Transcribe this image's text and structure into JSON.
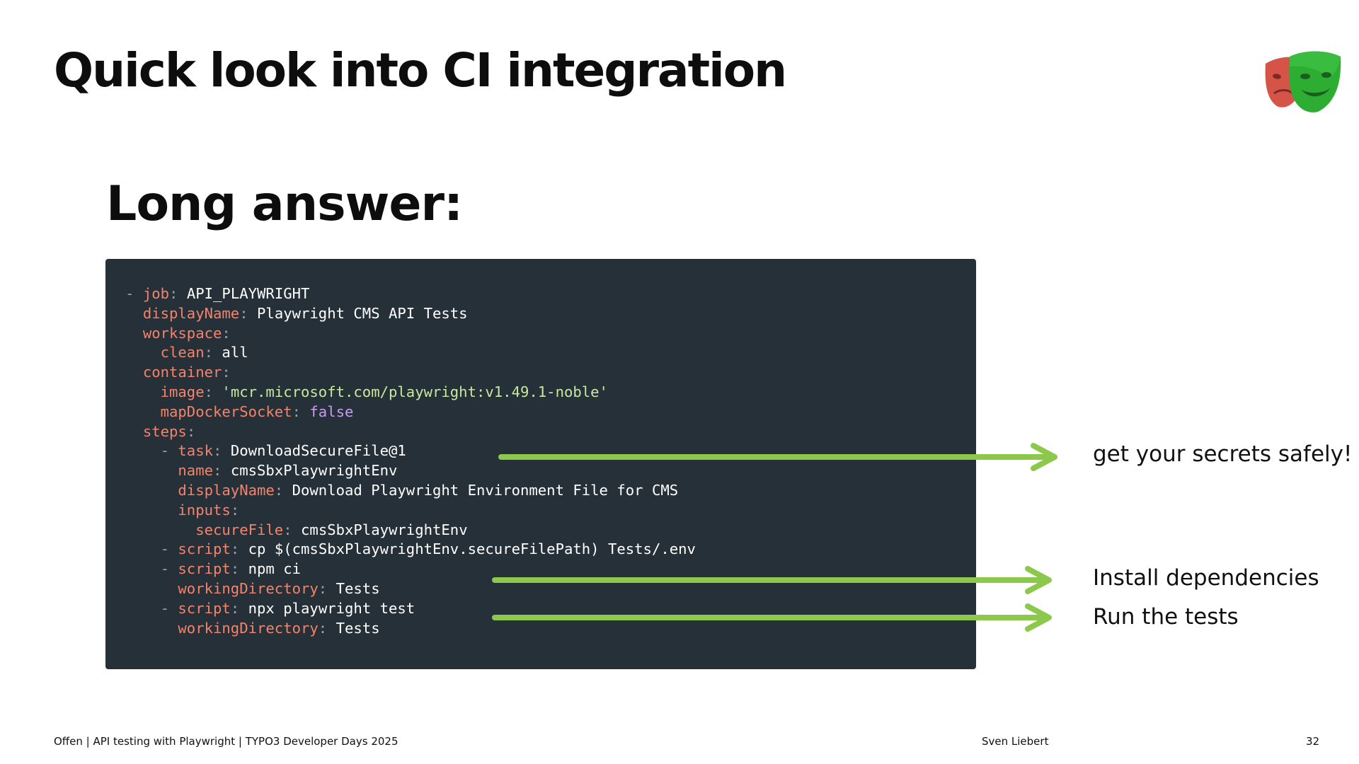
{
  "slide": {
    "title": "Quick look into CI integration",
    "subtitle": "Long answer:",
    "logo_icon": "playwright-masks-logo"
  },
  "code": {
    "lines": [
      [
        {
          "t": "- ",
          "c": "p"
        },
        {
          "t": "job",
          "c": "k"
        },
        {
          "t": ": ",
          "c": "p"
        },
        {
          "t": "API_PLAYWRIGHT",
          "c": "v"
        }
      ],
      [
        {
          "t": "  ",
          "c": "p"
        },
        {
          "t": "displayName",
          "c": "k"
        },
        {
          "t": ": ",
          "c": "p"
        },
        {
          "t": "Playwright CMS API Tests",
          "c": "v"
        }
      ],
      [
        {
          "t": "  ",
          "c": "p"
        },
        {
          "t": "workspace",
          "c": "k"
        },
        {
          "t": ":",
          "c": "p"
        }
      ],
      [
        {
          "t": "    ",
          "c": "p"
        },
        {
          "t": "clean",
          "c": "k"
        },
        {
          "t": ": ",
          "c": "p"
        },
        {
          "t": "all",
          "c": "v"
        }
      ],
      [
        {
          "t": "  ",
          "c": "p"
        },
        {
          "t": "container",
          "c": "k"
        },
        {
          "t": ":",
          "c": "p"
        }
      ],
      [
        {
          "t": "    ",
          "c": "p"
        },
        {
          "t": "image",
          "c": "k"
        },
        {
          "t": ": ",
          "c": "p"
        },
        {
          "t": "'mcr.microsoft.com/playwright:v1.49.1-noble'",
          "c": "s"
        }
      ],
      [
        {
          "t": "    ",
          "c": "p"
        },
        {
          "t": "mapDockerSocket",
          "c": "k"
        },
        {
          "t": ": ",
          "c": "p"
        },
        {
          "t": "false",
          "c": "b"
        }
      ],
      [
        {
          "t": "  ",
          "c": "p"
        },
        {
          "t": "steps",
          "c": "k"
        },
        {
          "t": ":",
          "c": "p"
        }
      ],
      [
        {
          "t": "    - ",
          "c": "p"
        },
        {
          "t": "task",
          "c": "k"
        },
        {
          "t": ": ",
          "c": "p"
        },
        {
          "t": "DownloadSecureFile@1",
          "c": "v"
        }
      ],
      [
        {
          "t": "      ",
          "c": "p"
        },
        {
          "t": "name",
          "c": "k"
        },
        {
          "t": ": ",
          "c": "p"
        },
        {
          "t": "cmsSbxPlaywrightEnv",
          "c": "v"
        }
      ],
      [
        {
          "t": "      ",
          "c": "p"
        },
        {
          "t": "displayName",
          "c": "k"
        },
        {
          "t": ": ",
          "c": "p"
        },
        {
          "t": "Download Playwright Environment File for CMS",
          "c": "v"
        }
      ],
      [
        {
          "t": "      ",
          "c": "p"
        },
        {
          "t": "inputs",
          "c": "k"
        },
        {
          "t": ":",
          "c": "p"
        }
      ],
      [
        {
          "t": "        ",
          "c": "p"
        },
        {
          "t": "secureFile",
          "c": "k"
        },
        {
          "t": ": ",
          "c": "p"
        },
        {
          "t": "cmsSbxPlaywrightEnv",
          "c": "v"
        }
      ],
      [
        {
          "t": "    - ",
          "c": "p"
        },
        {
          "t": "script",
          "c": "k"
        },
        {
          "t": ": ",
          "c": "p"
        },
        {
          "t": "cp $(cmsSbxPlaywrightEnv.secureFilePath) Tests/.env",
          "c": "v"
        }
      ],
      [
        {
          "t": "    - ",
          "c": "p"
        },
        {
          "t": "script",
          "c": "k"
        },
        {
          "t": ": ",
          "c": "p"
        },
        {
          "t": "npm ci",
          "c": "v"
        }
      ],
      [
        {
          "t": "      ",
          "c": "p"
        },
        {
          "t": "workingDirectory",
          "c": "k"
        },
        {
          "t": ": ",
          "c": "p"
        },
        {
          "t": "Tests",
          "c": "v"
        }
      ],
      [
        {
          "t": "    - ",
          "c": "p"
        },
        {
          "t": "script",
          "c": "k"
        },
        {
          "t": ": ",
          "c": "p"
        },
        {
          "t": "npx playwright test",
          "c": "v"
        }
      ],
      [
        {
          "t": "      ",
          "c": "p"
        },
        {
          "t": "workingDirectory",
          "c": "k"
        },
        {
          "t": ": ",
          "c": "p"
        },
        {
          "t": "Tests",
          "c": "v"
        }
      ]
    ]
  },
  "callouts": {
    "secrets": "get your secrets safely!",
    "install": "Install dependencies",
    "run": "Run the tests"
  },
  "footer": {
    "left": "Offen | API testing with Playwright | TYPO3 Developer Days 2025",
    "author": "Sven Liebert",
    "page": "32"
  },
  "colors": {
    "code_bg": "#263038",
    "code_key": "#f4836b",
    "code_string": "#c9e7a0",
    "code_bool": "#c99bf3",
    "arrow": "#8cc84b",
    "mask_red": "#d65348",
    "mask_green": "#2ead33"
  }
}
